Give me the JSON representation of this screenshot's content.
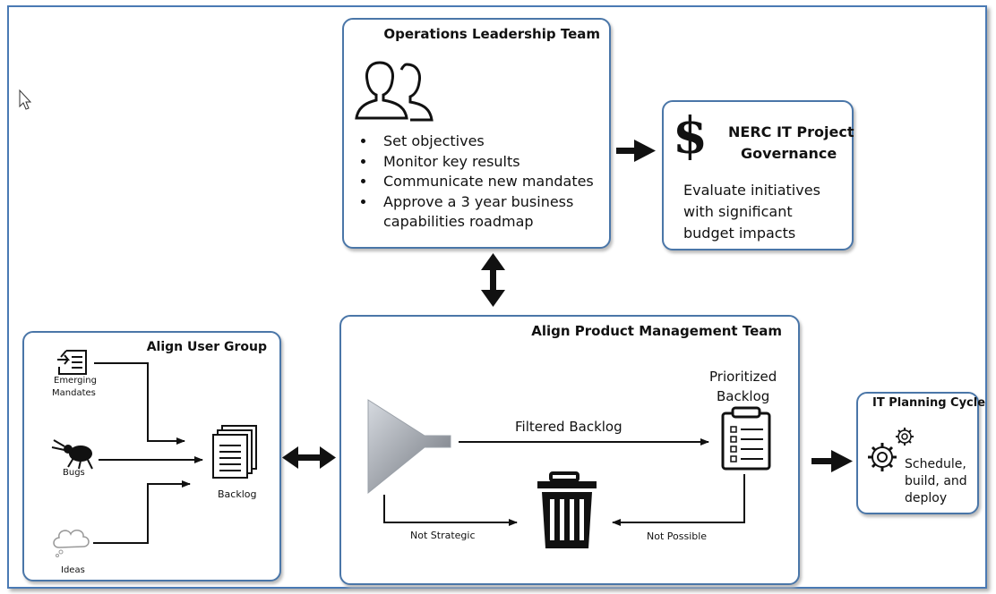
{
  "ops": {
    "title": "Operations Leadership Team",
    "bullets": [
      "Set objectives",
      "Monitor key results",
      "Communicate new mandates"
    ],
    "bullet4_line1": "Approve a 3 year business",
    "bullet4_line2": "capabilities roadmap"
  },
  "nerc": {
    "title_line1": "NERC IT Project",
    "title_line2": "Governance",
    "symbol": "$",
    "desc_line1": "Evaluate initiatives",
    "desc_line2": "with significant",
    "desc_line3": "budget impacts"
  },
  "user_group": {
    "title": "Align User Group",
    "mandates_line1": "Emerging",
    "mandates_line2": "Mandates",
    "bugs": "Bugs",
    "ideas": "Ideas",
    "backlog": "Backlog"
  },
  "apm": {
    "title": "Align Product Management Team",
    "filtered": "Filtered Backlog",
    "prioritized_line1": "Prioritized",
    "prioritized_line2": "Backlog",
    "not_strategic": "Not Strategic",
    "not_possible": "Not Possible"
  },
  "it": {
    "title": "IT Planning Cycle",
    "line1": "Schedule,",
    "line2": "build, and",
    "line3": "deploy"
  },
  "colors": {
    "border": "#4a76a8",
    "arrow": "#111111"
  },
  "icons": [
    "people-icon",
    "dollar-icon",
    "document-icon",
    "bug-icon",
    "cloud-icon",
    "stacked-documents-icon",
    "funnel-icon",
    "clipboard-icon",
    "trash-icon",
    "gears-icon",
    "mouse-cursor-icon"
  ]
}
